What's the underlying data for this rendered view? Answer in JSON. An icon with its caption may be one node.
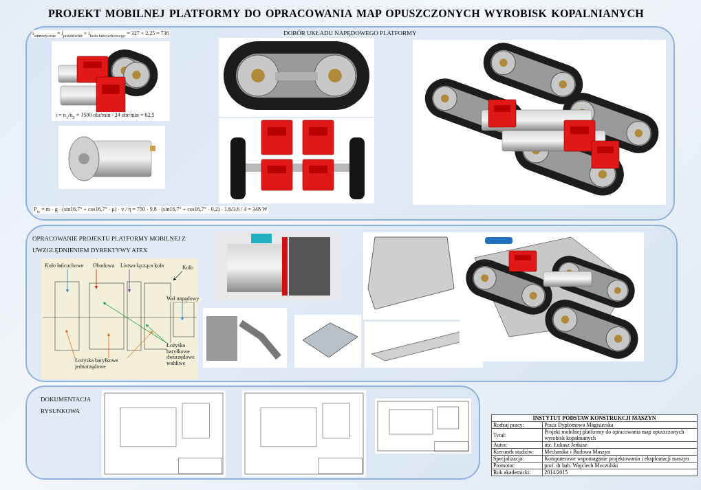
{
  "diagram": {
    "title": "PROJEKT MOBILNEJ PLATFORMY DO OPRACOWANIA MAP OPUSZCZONYCH WYROBISK KOPALNIANYCH",
    "nodes": [
      {
        "text": [
          "DOBÓR UKŁADU NAPĘDOWEGO PLATFORMY"
        ]
      },
      {
        "text": [
          "OPRACOWANIE PROJEKTU PLATFORMY MOBILNEJ Z UWZGLĘDNIENIEM DYREKTYWY ATEX"
        ]
      },
      {
        "text": [
          "DOKUMENTACJA RYSUNKOWA"
        ]
      },
      {
        "text": [
          "Koło łańcuchowe"
        ],
        "in": 1
      },
      {
        "text": [
          "Obudowa"
        ],
        "in": 1
      },
      {
        "text": [
          "Listwa łącząca koła"
        ],
        "in": 1
      },
      {
        "text": [
          "Koło"
        ],
        "in": 1
      },
      {
        "text": [
          "Wał napędowy"
        ],
        "in": 1
      },
      {
        "text": [
          "Łożyska baryłkowe dwurzędowe wahliwe"
        ],
        "in": 1
      },
      {
        "text": [
          "Łożyska baryłkowe jednorzędowe"
        ],
        "in": 1
      }
    ],
    "edges": [
      {
        "from": 3,
        "to": null,
        "arrow": "to",
        "color": "#3a8fd0"
      },
      {
        "from": 4,
        "to": null,
        "arrow": "to",
        "color": "#e02020"
      },
      {
        "from": 5,
        "to": null,
        "arrow": "to",
        "color": "#7050b0"
      },
      {
        "from": 6,
        "to": null,
        "arrow": "to",
        "color": "#111111"
      },
      {
        "from": 7,
        "to": null,
        "arrow": "to",
        "color": "#3a8fd0"
      },
      {
        "from": 8,
        "to": null,
        "arrow": "to",
        "color": "#20a040"
      },
      {
        "from": 8,
        "to": null,
        "arrow": "to",
        "color": "#20a040"
      },
      {
        "from": 9,
        "to": null,
        "arrow": "to",
        "color": "#e07820"
      },
      {
        "from": 9,
        "to": null,
        "arrow": "to",
        "color": "#e07820"
      },
      {
        "from": 9,
        "to": null,
        "arrow": "to",
        "color": "#e07820"
      }
    ],
    "labels": [
      "i$_{sumaryczne}$ = i$_{przekładni}$ × i$_{koła łańcuchowego}$ = 327 × 2,25 = 736",
      "i = n$_{1}$/n$_{2}$ = 1500 obr/min / 24 obr/min = 62,5",
      "P$_{w}$ = m · g · (sin16,7° + cos16,7° · μ) · v / η = 750 · 9,8 · (sin16,7° + cos16,7° · 0,2) · 1,6/3,6 / 4 = 348 W",
      "INSTYTUT PODSTAW KONSTRUKCJI MASZYN",
      "Rodzaj pracy:",
      "Praca Dyplomowa Magisterska",
      "Tytuł:",
      "Projekt mobilnej platformy do opracowania map opuszczonych wyrobisk kopalnianych",
      "Autor:",
      "inż. Łukasz Jeńkisz",
      "Kierunek studiów:",
      "Mechanika i Budowa Maszyn",
      "Specjalizacja:",
      "Komputerowe wspomaganie projektowania i eksploatacji maszyn",
      "Promotor:",
      "prof. dr hab. Wojciech Moczulski",
      "Rok akademicki:",
      "2014/2015"
    ]
  }
}
